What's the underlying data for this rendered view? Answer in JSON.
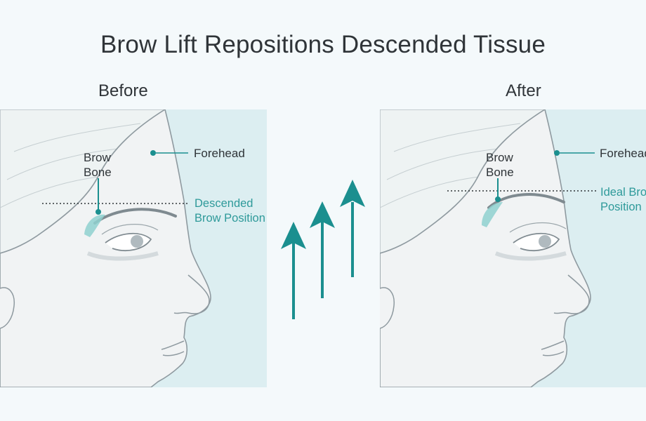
{
  "title": "Brow Lift Repositions Descended Tissue",
  "colors": {
    "accent": "#1b8f8f",
    "panel_background": "#dceef1",
    "page_background": "#f4f9fb",
    "line_art": "#8f9aa0"
  },
  "before": {
    "label": "Before",
    "brow_bone_line1": "Brow",
    "brow_bone_line2": "Bone",
    "forehead": "Forehead",
    "brow_line1": "Descended",
    "brow_line2": "Brow Position"
  },
  "after": {
    "label": "After",
    "brow_bone_line1": "Brow",
    "brow_bone_line2": "Bone",
    "forehead": "Forehead",
    "brow_line1": "Ideal Brow",
    "brow_line2": "Position"
  },
  "icons": [
    "lift-arrow-icon",
    "lift-arrow-icon",
    "lift-arrow-icon"
  ]
}
